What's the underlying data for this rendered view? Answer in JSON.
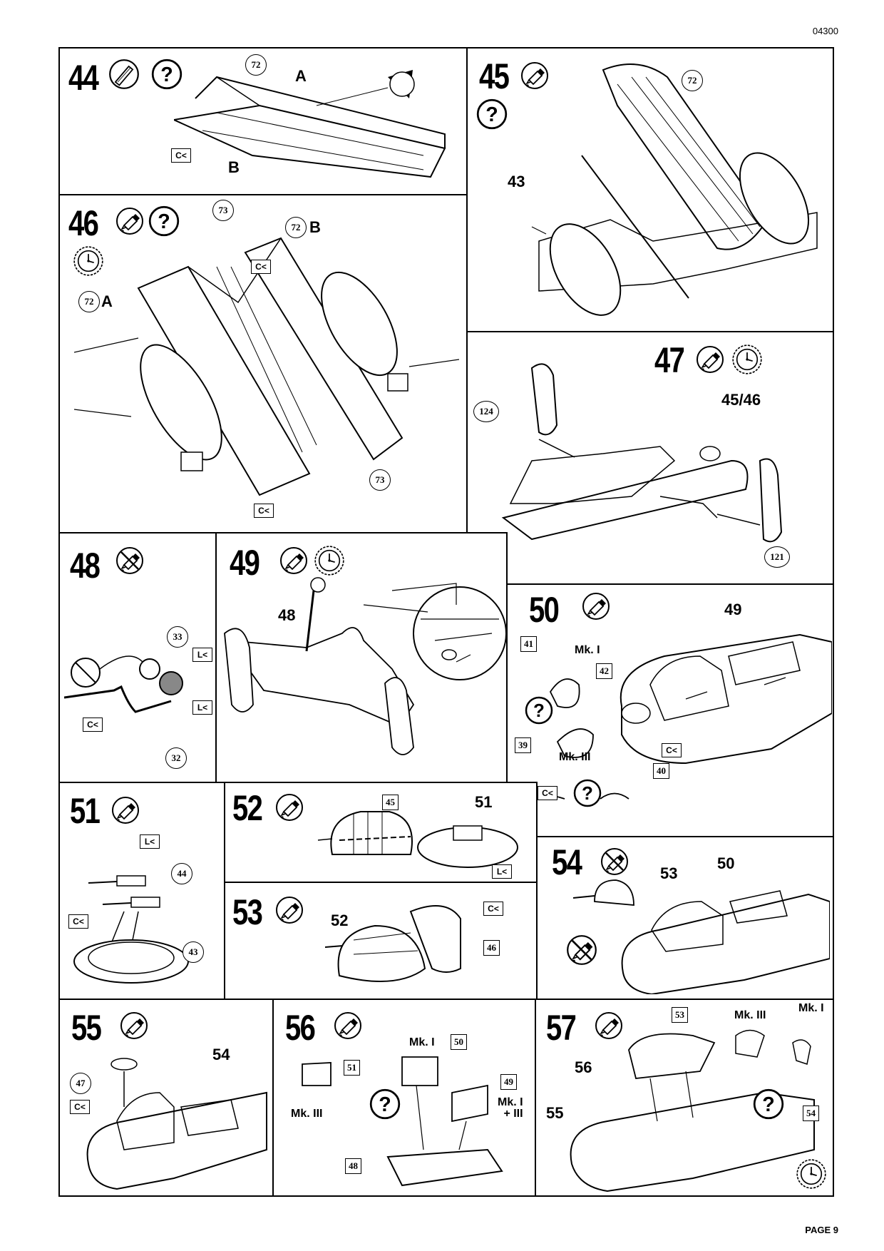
{
  "header": {
    "code": "04300"
  },
  "footer": {
    "page": "PAGE 9"
  },
  "steps": {
    "s44": {
      "num": "44",
      "labels": {
        "part72": "72",
        "a": "A",
        "b": "B",
        "ck": "C<"
      }
    },
    "s45": {
      "num": "45",
      "labels": {
        "part72": "72",
        "part43": "43"
      }
    },
    "s46": {
      "num": "46",
      "labels": {
        "part73a": "73",
        "part73b": "73",
        "part72b": "72",
        "b": "B",
        "part72a": "72",
        "a": "A",
        "ck1": "C<",
        "ck2": "C<"
      }
    },
    "s47": {
      "num": "47",
      "labels": {
        "part124": "124",
        "part4546": "45/46",
        "part121": "121"
      }
    },
    "s48": {
      "num": "48",
      "labels": {
        "part33": "33",
        "part32": "32",
        "ck1": "L<",
        "ck2": "L<",
        "ck3": "C<"
      }
    },
    "s49": {
      "num": "49",
      "labels": {
        "part48": "48"
      }
    },
    "s50": {
      "num": "50",
      "labels": {
        "part49": "49",
        "part41": "41",
        "mk1": "Mk. I",
        "part42": "42",
        "mk3": "Mk. III",
        "part39": "39",
        "part40": "40",
        "ck1": "C<",
        "ck2": "C<"
      }
    },
    "s51": {
      "num": "51",
      "labels": {
        "part44": "44",
        "part43": "43",
        "ck1": "L<",
        "ck2": "C<"
      }
    },
    "s52": {
      "num": "52",
      "labels": {
        "part45": "45",
        "part51": "51",
        "ck": "L<"
      }
    },
    "s53": {
      "num": "53",
      "labels": {
        "part52": "52",
        "part46": "46",
        "ck": "C<"
      }
    },
    "s54": {
      "num": "54",
      "labels": {
        "part53": "53",
        "part50": "50"
      }
    },
    "s55": {
      "num": "55",
      "labels": {
        "part54": "54",
        "part47": "47",
        "ck": "C<"
      }
    },
    "s56": {
      "num": "56",
      "labels": {
        "mk1": "Mk. I",
        "part50": "50",
        "part51": "51",
        "mk3": "Mk. III",
        "part49": "49",
        "mk13": "Mk. I\n+ III",
        "part48": "48"
      }
    },
    "s57": {
      "num": "57",
      "labels": {
        "part53": "53",
        "mk3": "Mk. III",
        "mk1": "Mk. I",
        "part56": "56",
        "part55": "55",
        "part54": "54"
      }
    }
  },
  "icons": {
    "glue": "glue-tube-icon",
    "question": "question-mark-icon",
    "no_glue": "no-glue-icon",
    "clock": "drying-time-clock-icon",
    "file": "sanding-file-icon"
  }
}
